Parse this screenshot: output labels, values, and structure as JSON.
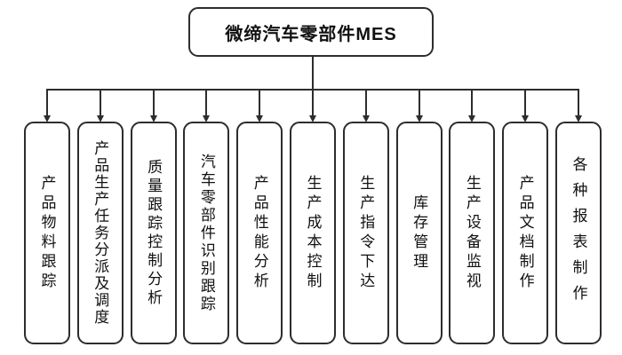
{
  "diagram": {
    "type": "tree",
    "title": "微缔汽车零部件MES",
    "modules": [
      {
        "label": "产品物料跟踪"
      },
      {
        "label": "产品生产任务分派及调度"
      },
      {
        "label": "质量跟踪控制分析"
      },
      {
        "label": "汽车零部件识别跟踪"
      },
      {
        "label": "产品性能分析"
      },
      {
        "label": "生产成本控制"
      },
      {
        "label": "生产指令下达"
      },
      {
        "label": "库存管理"
      },
      {
        "label": "生产设备监视"
      },
      {
        "label": "产品文档制作"
      },
      {
        "label": "各种报表制作"
      }
    ],
    "colors": {
      "line": "#2d2d2d",
      "text": "#111111",
      "background": "#ffffff"
    }
  }
}
